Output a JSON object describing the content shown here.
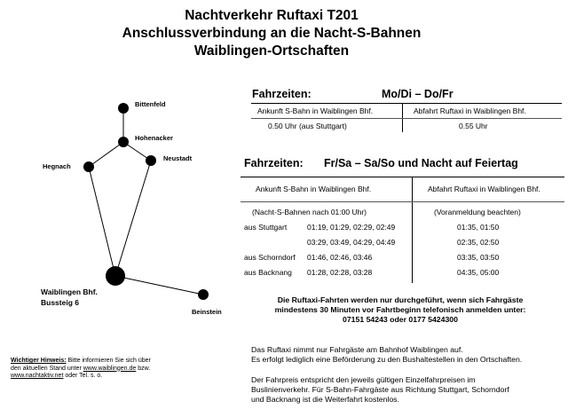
{
  "title": {
    "line1": "Nachtverkehr Ruftaxi T201",
    "line2": "Anschlussverbindung an die Nacht-S-Bahnen",
    "line3": "Waiblingen-Ortschaften"
  },
  "map": {
    "stops": {
      "bittenfeld": "Bittenfeld",
      "hohenacker": "Hohenacker",
      "neustadt": "Neustadt",
      "hegnach": "Hegnach",
      "waiblingen_line1": "Waiblingen Bhf.",
      "waiblingen_line2": "Bussteig 6",
      "beinstein": "Beinstein"
    }
  },
  "section1": {
    "heading": "Fahrzeiten:",
    "days": "Mo/Di – Do/Fr",
    "col_arrival": "Ankunft S-Bahn in Waiblingen Bhf.",
    "col_departure": "Abfahrt Ruftaxi in Waiblingen Bhf.",
    "arrival": "0.50 Uhr (aus Stuttgart)",
    "departure": "0.55 Uhr"
  },
  "section2": {
    "heading": "Fahrzeiten:",
    "days": "Fr/Sa – Sa/So und Nacht auf Feiertag",
    "col_arrival": "Ankunft S-Bahn in Waiblingen Bhf.",
    "col_departure": "Abfahrt Ruftaxi in Waiblingen Bhf.",
    "note_arrival": "(Nacht-S-Bahnen nach 01:00 Uhr)",
    "note_departure": "(Voranmeldung beachten)",
    "rows": [
      {
        "origin": "aus Stuttgart",
        "arrival": "01:19, 01:29, 02:29, 02:49",
        "departure": "01:35, 01:50"
      },
      {
        "origin": "",
        "arrival": "03:29, 03:49, 04:29, 04:49",
        "departure": "02:35, 02:50"
      },
      {
        "origin": "aus Schorndorf",
        "arrival": "01:46, 02:46, 03:46",
        "departure": "03:35, 03:50"
      },
      {
        "origin": "aus Backnang",
        "arrival": "01:28, 02:28, 03:28",
        "departure": "04:35, 05:00"
      }
    ]
  },
  "notice": {
    "line1": "Die Ruftaxi-Fahrten werden nur durchgeführt, wenn sich Fahrgäste",
    "line2": "mindestens 30 Minuten vor Fahrtbeginn telefonisch anmelden unter:",
    "line3": "07151 54243 oder 0177 5424300"
  },
  "info1": {
    "line1": "Das Ruftaxi nimmt nur Fahrgäste am Bahnhof Waiblingen auf.",
    "line2": "Es erfolgt lediglich eine Beförderung zu den Bushaltestellen in den Ortschaften."
  },
  "info2": {
    "line1": "Der Fahrpreis entspricht den jeweils gültigen Einzelfahrpreisen im",
    "line2": "Buslinienverkehr. Für S-Bahn-Fahrgäste aus Richtung Stuttgart, Schorndorf",
    "line3": "und Backnang ist die Weiterfahrt kostenlos."
  },
  "hint": {
    "label": "Wichtiger Hinweis:",
    "text1": " Bitte informieren Sie sich über",
    "text2": "den aktuellen Stand unter ",
    "link1": "www.waiblingen.de",
    "text3": " bzw.",
    "link2": "www.nachtaktiv.net",
    "text4": " oder Tel. s. o."
  }
}
